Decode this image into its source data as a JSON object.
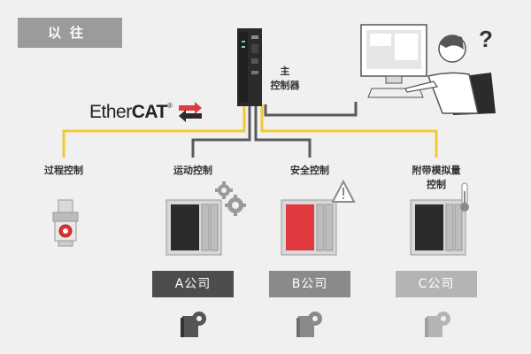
{
  "badge": "以往",
  "main_controller": {
    "label_line1": "主",
    "label_line2": "控制器"
  },
  "ethercat": {
    "text_plain": "Ether",
    "text_bold": "CAT",
    "reg": "®"
  },
  "domains": [
    {
      "id": "process",
      "label": "过程控制"
    },
    {
      "id": "motion",
      "label": "运动控制"
    },
    {
      "id": "safety",
      "label": "安全控制"
    },
    {
      "id": "analog",
      "label_line1": "附带模拟量",
      "label_line2": "控制"
    }
  ],
  "companies": [
    {
      "label": "A公司",
      "color": "#4d4d4d"
    },
    {
      "label": "B公司",
      "color": "#8a8a8a"
    },
    {
      "label": "C公司",
      "color": "#b4b4b4"
    }
  ],
  "colors": {
    "background": "#f0f0f0",
    "bus_line": "#f3c832",
    "drop_line": "#5a5a5a",
    "plc_dark": "#2b2b2b",
    "plc_red": "#e03a3e",
    "badge": "#9b9b9b"
  },
  "icons": [
    "gears-icon",
    "warning-icon",
    "thermometer-icon",
    "question-mark-icon",
    "book-gear-icon",
    "valve-sensor-icon",
    "operator-pc-icon"
  ]
}
